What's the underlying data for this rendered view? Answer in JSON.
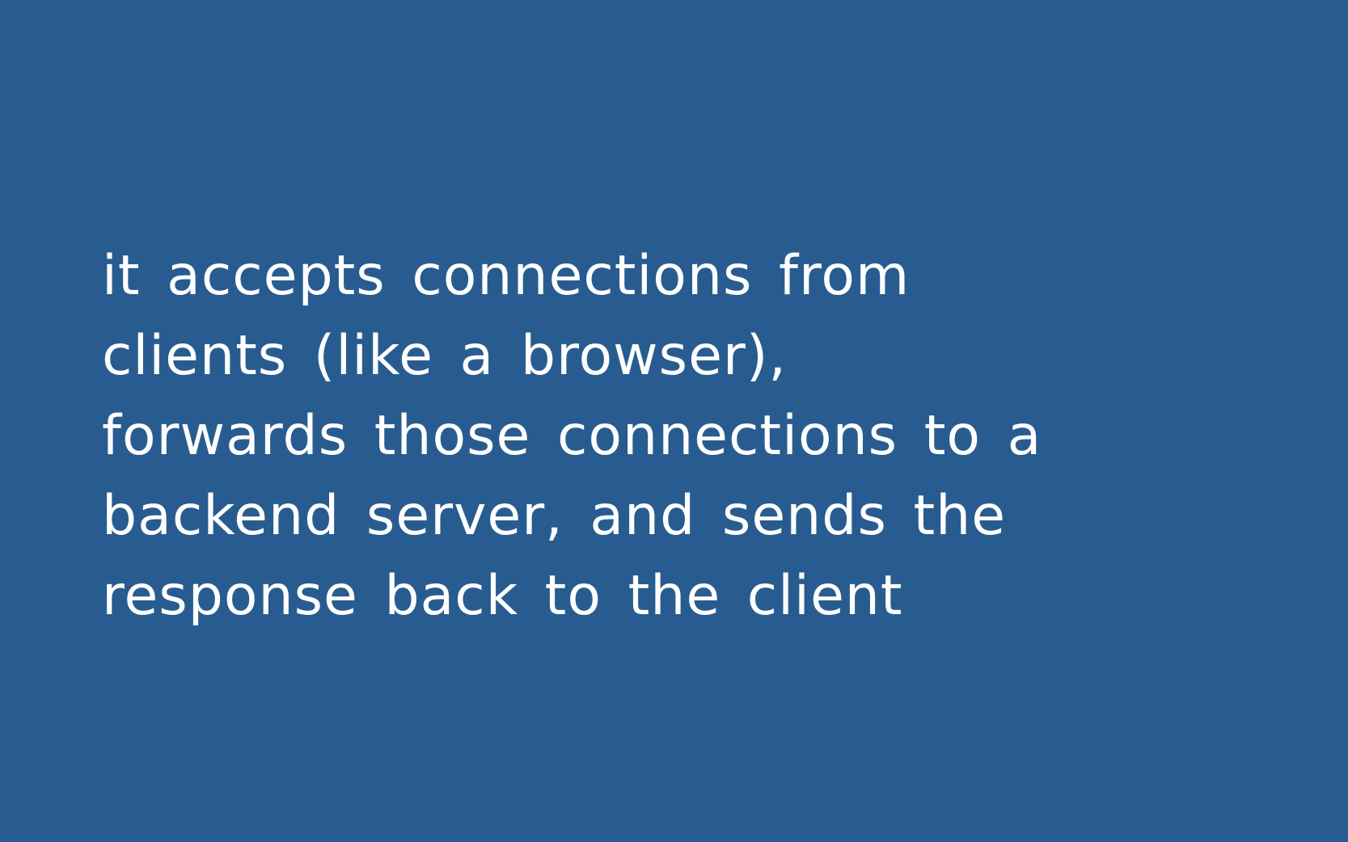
{
  "slide": {
    "background_color": "#285c91",
    "text_color": "#ffffff",
    "lines": [
      "it accepts connections from",
      "clients (like a browser),",
      "forwards those connections to a",
      "backend server, and sends the",
      "response back to the client"
    ]
  }
}
